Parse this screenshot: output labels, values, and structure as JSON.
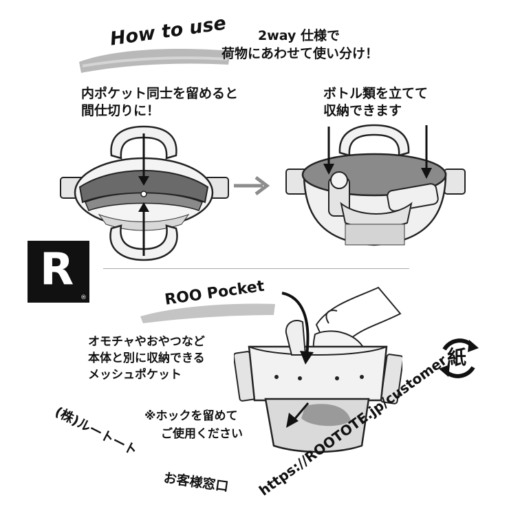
{
  "header": {
    "how_to_use": "How to use",
    "feature_line1": "2way 仕様で",
    "feature_line2": "荷物にあわせて使い分け！"
  },
  "left_panel": {
    "caption_line1": "内ポケット同士を留めると",
    "caption_line2": "間仕切りに！"
  },
  "right_panel": {
    "caption_line1": "ボトル類を立てて",
    "caption_line2": "収納できます"
  },
  "logo": {
    "letter": "R",
    "registered": "®"
  },
  "pocket_section": {
    "title": "ROO Pocket",
    "desc_line1": "オモチャやおやつなど",
    "desc_line2": "本体と別に収納できる",
    "desc_line3": "メッシュポケット",
    "note_line1": "※ホックを留めて",
    "note_line2": "ご使用ください"
  },
  "recycle_mark": {
    "label": "紙"
  },
  "footer": {
    "company": "(株)ルートート",
    "contact_label": "お客様窓口",
    "url": "https://ROOTOTE.jp/customer"
  }
}
